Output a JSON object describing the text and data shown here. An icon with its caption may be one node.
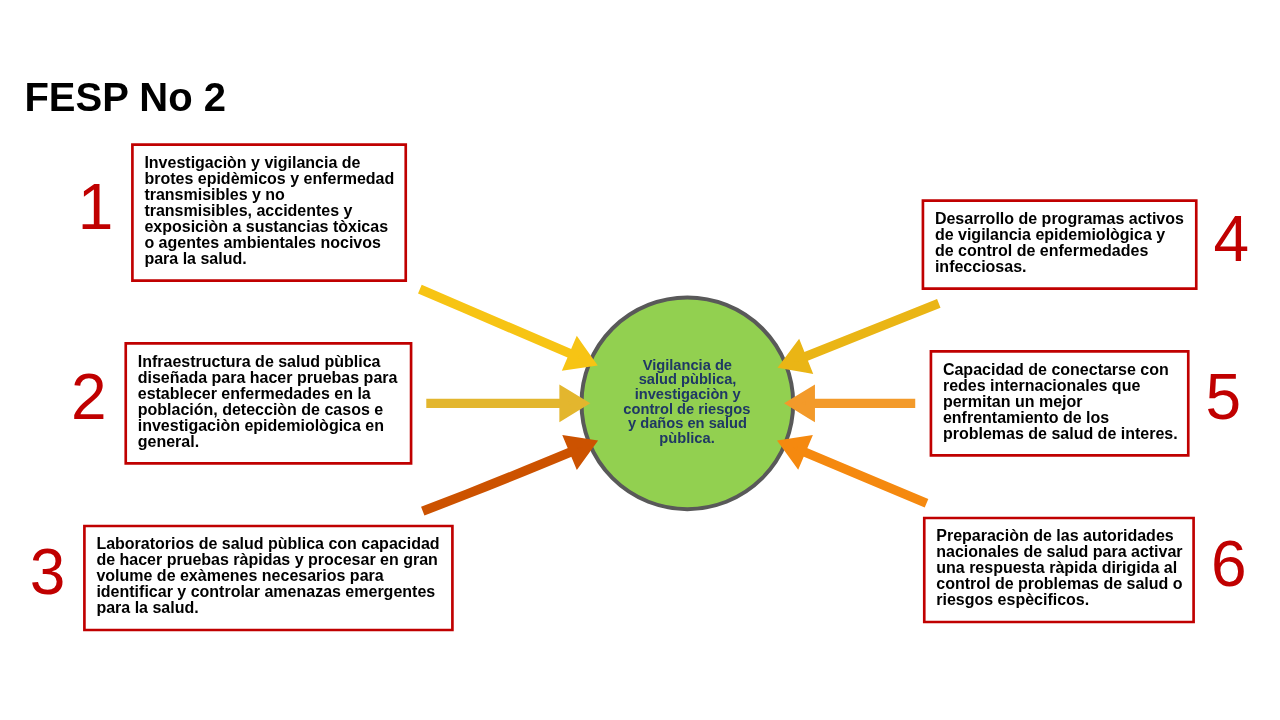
{
  "diagram": {
    "title": "FESP No 2",
    "nodes": [
      {
        "text": [
          "Investigaciòn y vigilancia de brotes epidèmicos y enfermedad transmisibles y no transmisibles, accidentes y exposiciòn a sustancias tòxicas o agentes ambientales nocivos para la salud."
        ],
        "beside": [
          "1"
        ]
      },
      {
        "text": [
          "Infraestructura de salud pùblica diseñada para hacer pruebas para establecer enfermedades en la población, detecciòn de casos e investigaciòn epidemiològica en general."
        ],
        "beside": [
          "2"
        ]
      },
      {
        "text": [
          "Laboratorios de salud pùblica con capacidad de hacer pruebas ràpidas y procesar en gran volume de exàmenes necesarios para identificar y controlar amenazas emergentes para la salud."
        ],
        "beside": [
          "3"
        ]
      },
      {
        "text": [
          "Desarrollo de programas activos de vigilancia epidemiològica y de control de enfermedades infecciosas."
        ],
        "beside": [
          "4"
        ]
      },
      {
        "text": [
          "Capacidad de conectarse con redes internacionales que permitan un mejor enfrentamiento de los problemas de salud de interes."
        ],
        "beside": [
          "5"
        ]
      },
      {
        "text": [
          "Preparaciòn de las autoridades nacionales de salud para activar una respuesta ràpida dirigida al control de problemas de salud o riesgos espècificos."
        ],
        "beside": [
          "6"
        ]
      },
      {
        "text": [
          "Vigilancia de salud pùblica, investigaciòn y control de riesgos y daños en salud pùblica."
        ]
      }
    ],
    "edges": [
      {
        "from": 0,
        "to": 6,
        "arrow": "to",
        "color": "#f7c414"
      },
      {
        "from": 1,
        "to": 6,
        "arrow": "to",
        "color": "#e3b62e"
      },
      {
        "from": 2,
        "to": 6,
        "arrow": "to",
        "color": "#cc5200"
      },
      {
        "from": 3,
        "to": 6,
        "arrow": "to",
        "color": "#eab515"
      },
      {
        "from": 4,
        "to": 6,
        "arrow": "to",
        "color": "#f39a2a"
      },
      {
        "from": 5,
        "to": 6,
        "arrow": "to",
        "color": "#f5890f"
      }
    ]
  }
}
